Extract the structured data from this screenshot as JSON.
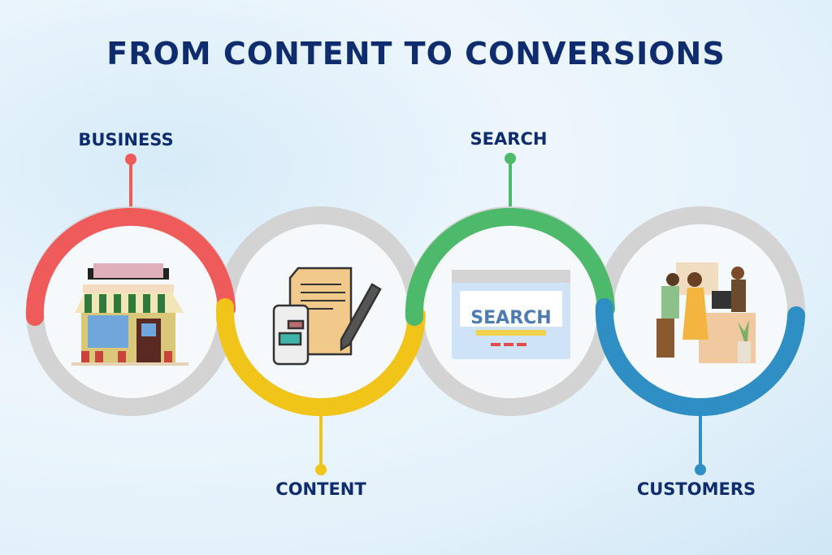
{
  "title": "FROM CONTENT TO CONVERSIONS",
  "steps": [
    {
      "label": "BUSINESS",
      "color": "#ef5a5a",
      "icon": "storefront-icon"
    },
    {
      "label": "CONTENT",
      "color": "#f0c419",
      "icon": "document-pen-phone-icon"
    },
    {
      "label": "SEARCH",
      "color": "#4cba6a",
      "icon": "search-browser-icon",
      "icon_text": "SEARCH"
    },
    {
      "label": "CUSTOMERS",
      "color": "#2f8fc4",
      "icon": "customers-at-counter-icon"
    }
  ],
  "ring_color": "#d3d3d3"
}
